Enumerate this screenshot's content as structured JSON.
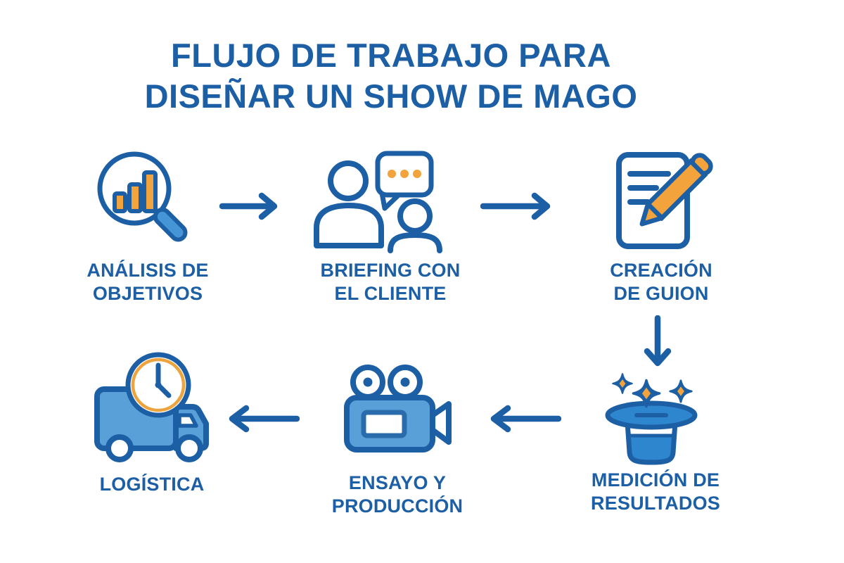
{
  "title": {
    "line1": "FLUJO DE TRABAJO PARA",
    "line2": "DISEÑAR UN SHOW DE MAGO"
  },
  "steps": [
    {
      "label": "ANÁLISIS DE\nOBJETIVOS",
      "icon": "magnifier-bar-chart-icon"
    },
    {
      "label": "BRIEFING CON\nEL CLIENTE",
      "icon": "people-speech-bubble-icon"
    },
    {
      "label": "CREACIÓN\nDE GUION",
      "icon": "document-pencil-icon"
    },
    {
      "label": "MEDICIÓN DE\nRESULTADOS",
      "icon": "magic-hat-sparkles-icon"
    },
    {
      "label": "ENSAYO Y\nPRODUCCIÓN",
      "icon": "video-camera-icon"
    },
    {
      "label": "LOGÍSTICA",
      "icon": "delivery-truck-clock-icon"
    }
  ],
  "connectors": [
    {
      "from": "ANÁLISIS DE OBJETIVOS",
      "to": "BRIEFING CON EL CLIENTE",
      "direction": "right"
    },
    {
      "from": "BRIEFING CON EL CLIENTE",
      "to": "CREACIÓN DE GUION",
      "direction": "right"
    },
    {
      "from": "CREACIÓN DE GUION",
      "to": "MEDICIÓN DE RESULTADOS",
      "direction": "down"
    },
    {
      "from": "MEDICIÓN DE RESULTADOS",
      "to": "ENSAYO Y PRODUCCIÓN",
      "direction": "left"
    },
    {
      "from": "ENSAYO Y PRODUCCIÓN",
      "to": "LOGÍSTICA",
      "direction": "left"
    }
  ],
  "colors": {
    "primary_blue": "#1d5fa5",
    "light_blue": "#5aa0d8",
    "medium_blue": "#2e86cf",
    "accent_orange": "#f2a33c"
  }
}
